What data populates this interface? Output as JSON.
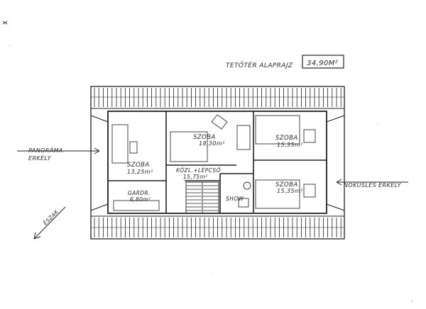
{
  "plan": {
    "title": "TETŐTÉR ALAPRAJZ",
    "total_area": "34,90M²",
    "rooms": [
      {
        "name": "SZOBA",
        "area": "18,30m²"
      },
      {
        "name": "SZOBA",
        "area": "15,35m²"
      },
      {
        "name": "SZOBA",
        "area": "15,35m²"
      },
      {
        "name": "SZOBA",
        "area": "13,25m²"
      },
      {
        "name": "GARDR.",
        "area": "6,80m²"
      },
      {
        "name": "KÖZL.+LÉPCSŐ",
        "area": "15,75m²"
      },
      {
        "name": "SHOW",
        "area": ""
      }
    ],
    "balconies": {
      "west": [
        "PANORÁMA",
        "ERKÉLY"
      ],
      "east": "NÓKUSLES ERKÉLY"
    },
    "north_label": "ÉSZAK"
  }
}
